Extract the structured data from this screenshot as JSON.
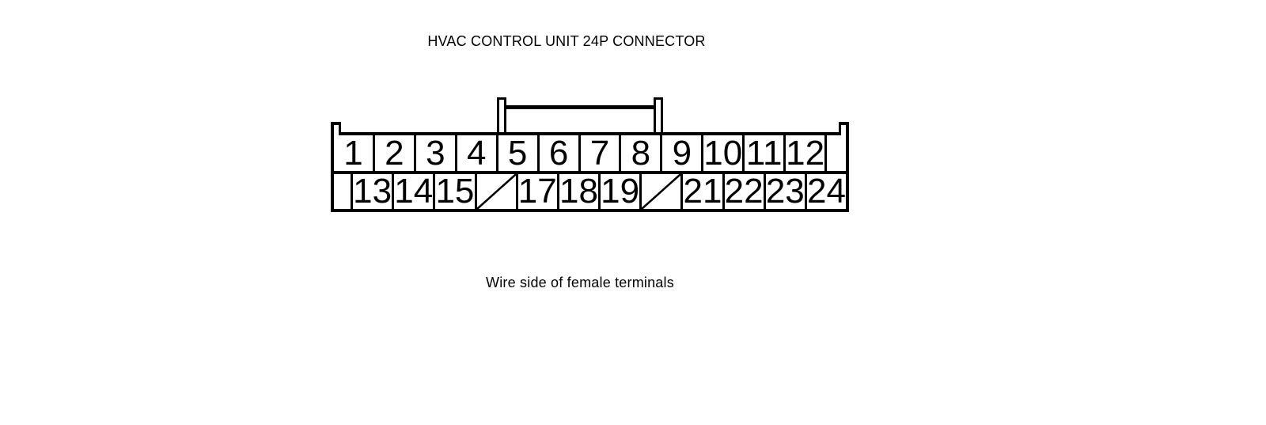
{
  "title": "HVAC CONTROL UNIT 24P CONNECTOR",
  "caption": "Wire side of female terminals",
  "colors": {
    "line": "#000000",
    "background": "#ffffff"
  },
  "connector": {
    "pin_count_label": "24P",
    "missing_pins": [
      "16",
      "20"
    ],
    "top_row": [
      {
        "label": "1",
        "kind": "pin"
      },
      {
        "label": "2",
        "kind": "pin"
      },
      {
        "label": "3",
        "kind": "pin"
      },
      {
        "label": "4",
        "kind": "pin"
      },
      {
        "label": "5",
        "kind": "pin"
      },
      {
        "label": "6",
        "kind": "pin"
      },
      {
        "label": "7",
        "kind": "pin"
      },
      {
        "label": "8",
        "kind": "pin"
      },
      {
        "label": "9",
        "kind": "pin"
      },
      {
        "label": "10",
        "kind": "pin"
      },
      {
        "label": "11",
        "kind": "pin"
      },
      {
        "label": "12",
        "kind": "pin"
      },
      {
        "label": "",
        "kind": "spacer"
      }
    ],
    "bottom_row": [
      {
        "label": "",
        "kind": "spacer"
      },
      {
        "label": "13",
        "kind": "pin"
      },
      {
        "label": "14",
        "kind": "pin"
      },
      {
        "label": "15",
        "kind": "pin"
      },
      {
        "label": "",
        "kind": "slashed"
      },
      {
        "label": "17",
        "kind": "pin"
      },
      {
        "label": "18",
        "kind": "pin"
      },
      {
        "label": "19",
        "kind": "pin"
      },
      {
        "label": "",
        "kind": "slashed"
      },
      {
        "label": "21",
        "kind": "pin"
      },
      {
        "label": "22",
        "kind": "pin"
      },
      {
        "label": "23",
        "kind": "pin"
      },
      {
        "label": "24",
        "kind": "pin"
      }
    ]
  }
}
